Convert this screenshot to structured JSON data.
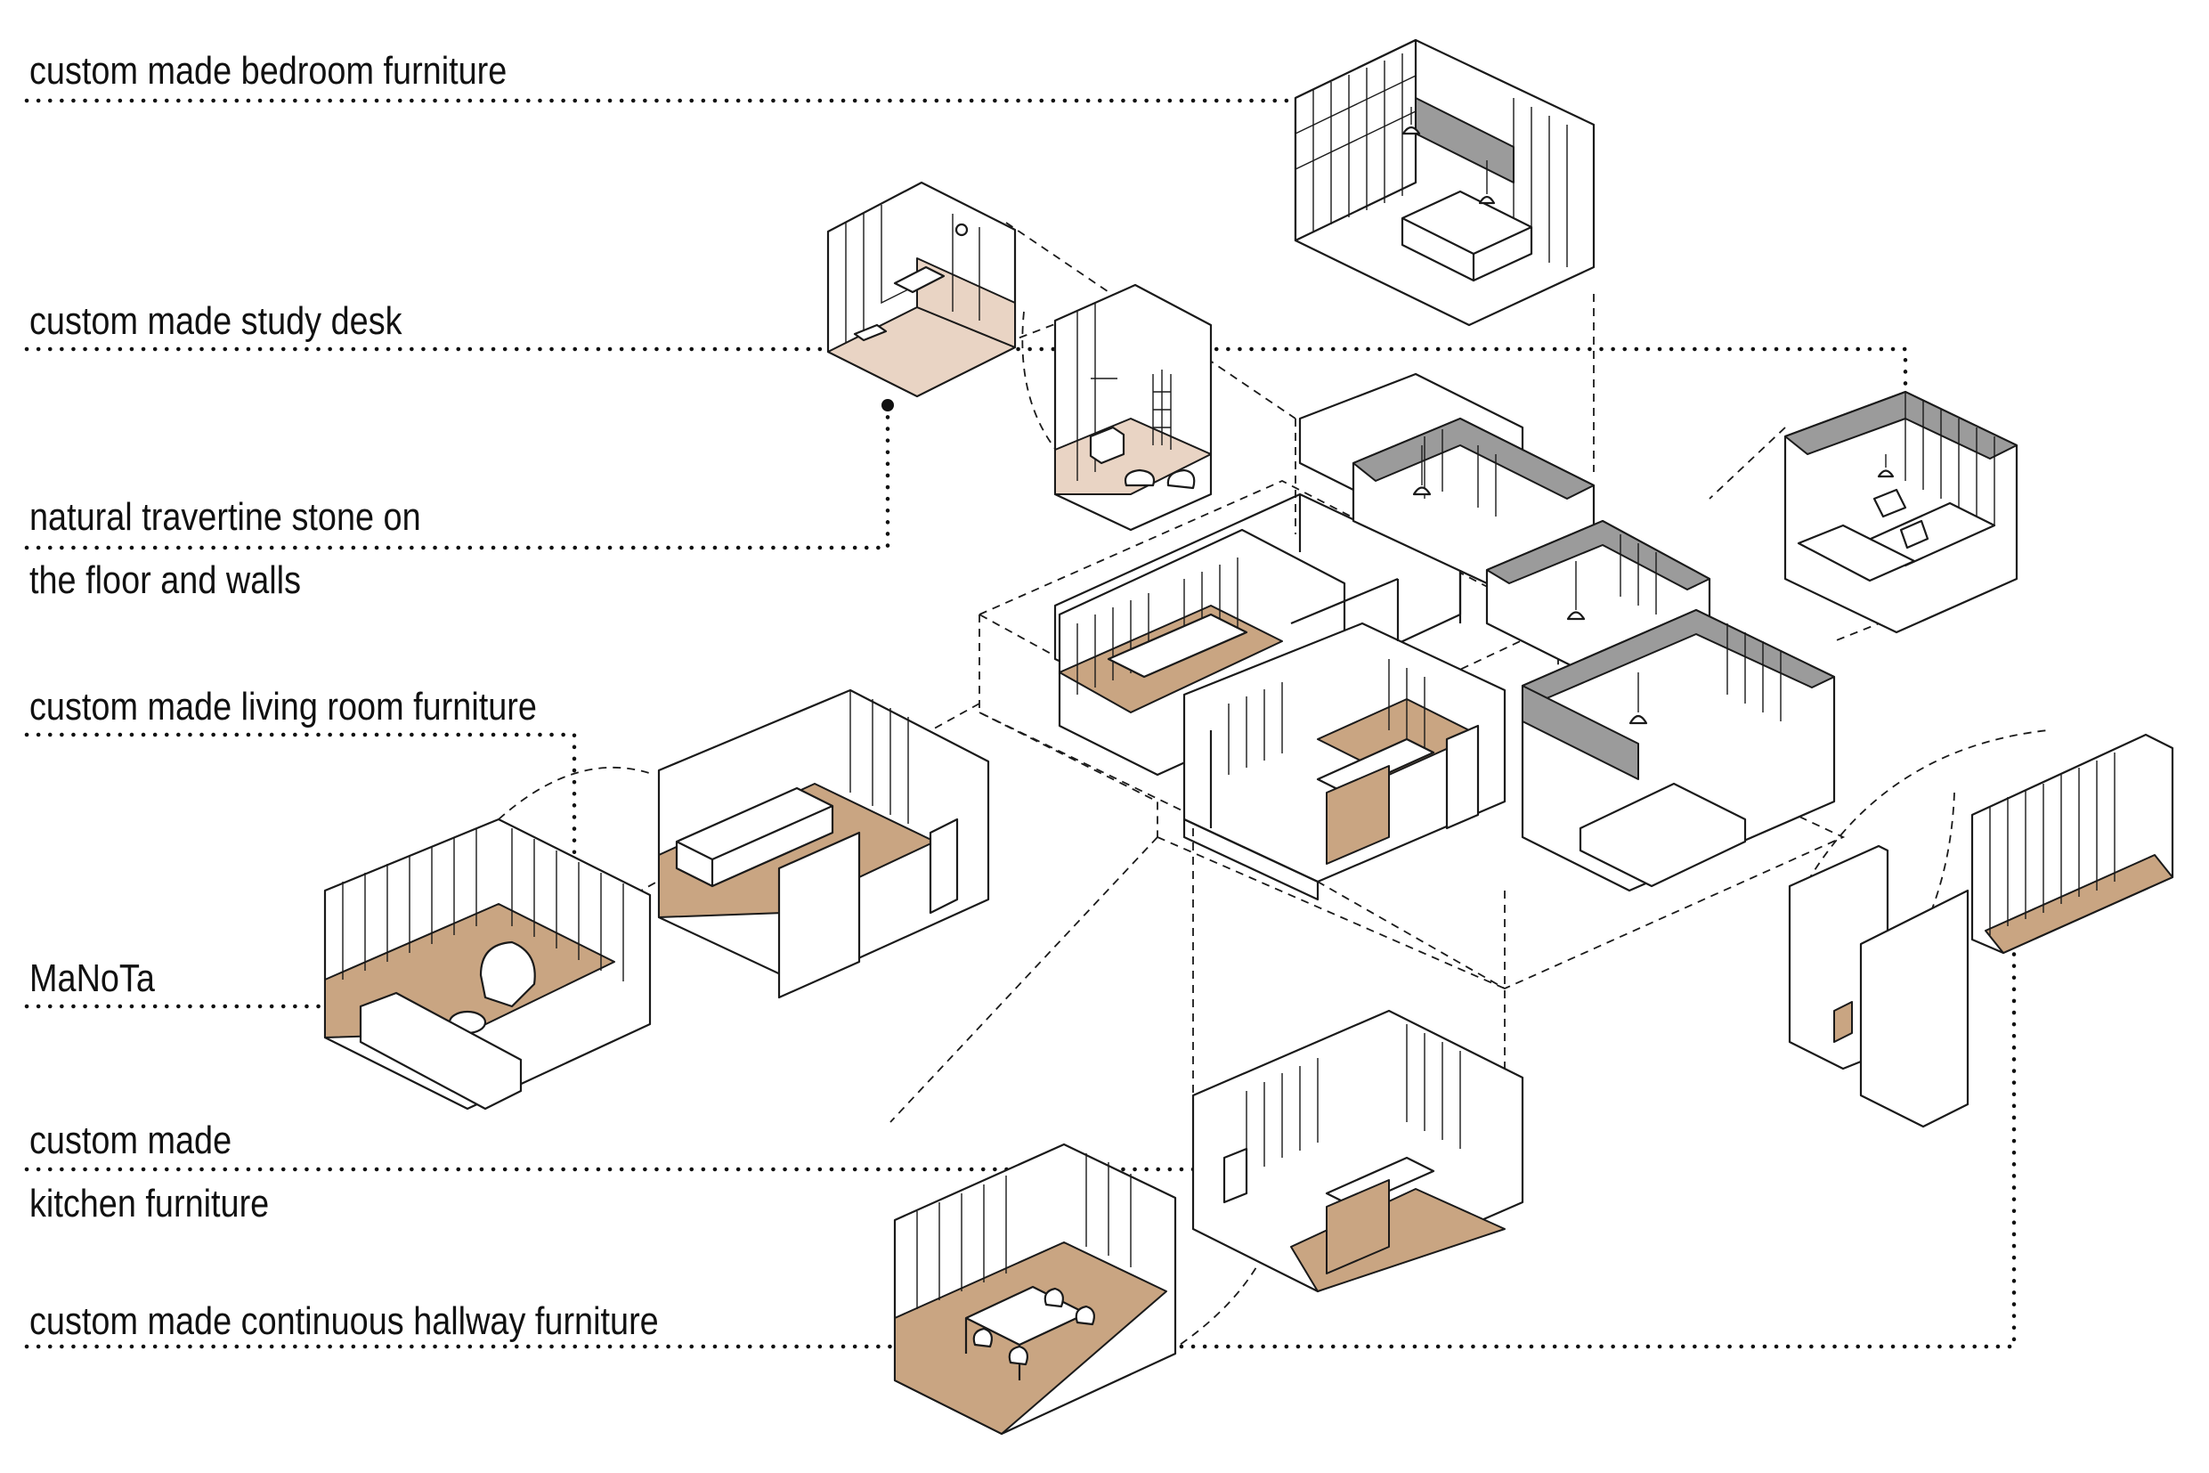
{
  "labels": {
    "bedroom": "custom made bedroom furniture",
    "study": "custom made study desk",
    "travertine_line1": "natural travertine stone on",
    "travertine_line2": "the floor and walls",
    "living": "custom made living room furniture",
    "manota": "MaNoTa",
    "kitchen_line1": "custom made",
    "kitchen_line2": "kitchen furniture",
    "hallway": "custom made continuous hallway furniture"
  },
  "colors": {
    "floor": "#c9a582",
    "floor_light": "#e9d4c4",
    "grey": "#9b9b9b",
    "line": "#1a1a1a"
  }
}
